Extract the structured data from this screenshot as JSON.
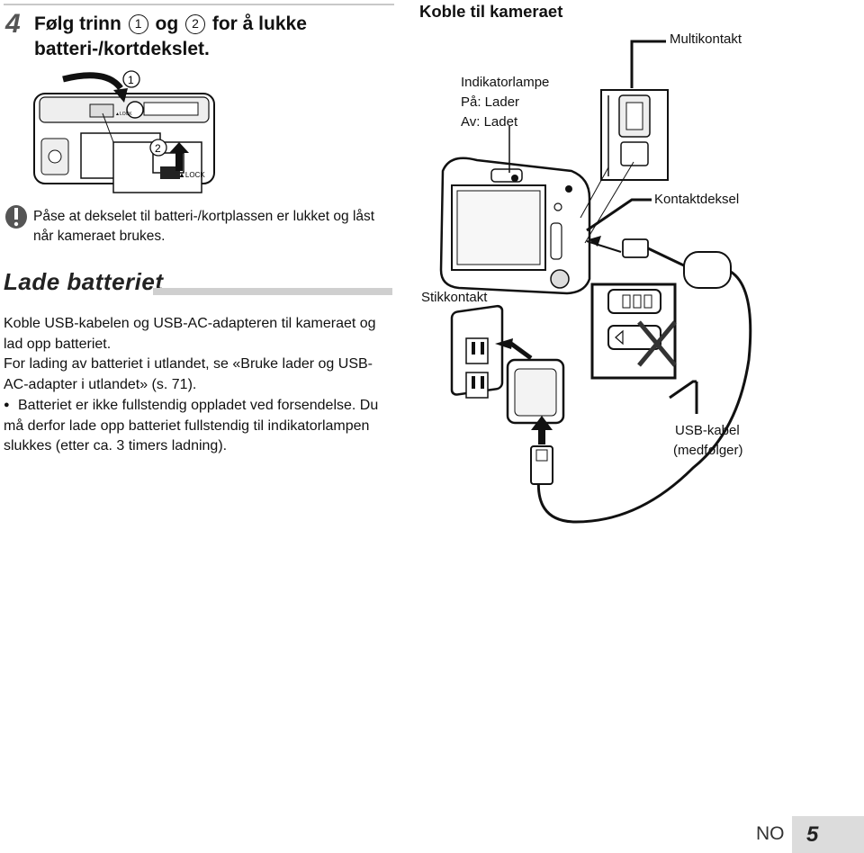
{
  "step": {
    "number": "4",
    "line1_a": "Følg trinn",
    "circle1": "1",
    "line1_b": "og",
    "circle2": "2",
    "line1_c": "for å lukke",
    "line2": "batteri-/kortdekslet."
  },
  "illustration_left": {
    "callout1": "1",
    "callout2": "2",
    "lock_small": "▲LOCK",
    "lock_large": "▲LOCK"
  },
  "caution": {
    "text": "Påse at dekselet til batteri-/kortplassen er lukket og låst når kameraet brukes."
  },
  "section": {
    "title": "Lade batteriet"
  },
  "body": {
    "para1": "Koble USB-kabelen og USB-AC-adapteren til kameraet og lad opp batteriet.",
    "para2": "For lading av batteriet i utlandet, se «Bruke lader og USB-AC-adapter i utlandet» (s. 71).",
    "bullet1": "Batteriet er ikke fullstendig oppladet ved forsendelse. Du må derfor lade opp batteriet fullstendig til indikatorlampen slukkes (etter ca. 3 timers ladning)."
  },
  "diagram": {
    "title": "Koble til kameraet",
    "multikontakt": "Multikontakt",
    "indicator_1": "Indikatorlampe",
    "indicator_2": "På: Lader",
    "indicator_3": "Av: Ladet",
    "kontaktdeksel": "Kontaktdeksel",
    "stikkontakt": "Stikkontakt",
    "usb_kabel_1": "USB-kabel",
    "usb_kabel_2": "(medfølger)"
  },
  "footer": {
    "language": "NO",
    "page": "5"
  }
}
